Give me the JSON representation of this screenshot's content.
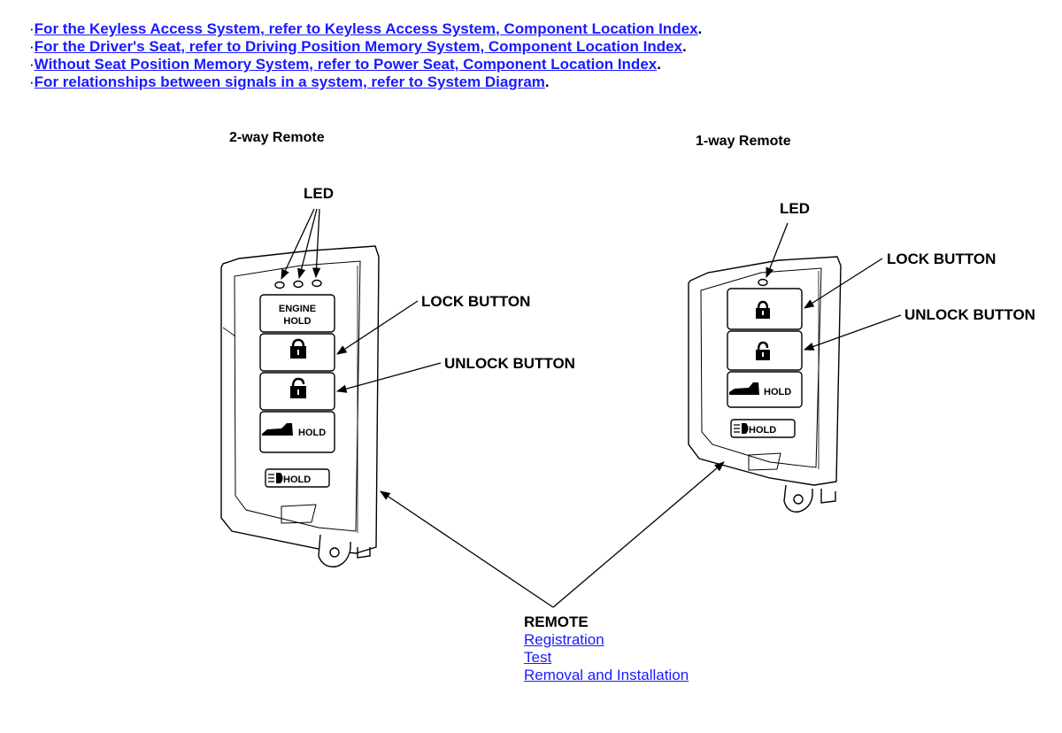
{
  "links": [
    {
      "bullet": "·",
      "text": "For the Keyless Access System, refer to Keyless Access System, Component Location Index",
      "end": "."
    },
    {
      "bullet": "·",
      "text": "For the Driver's Seat, refer to Driving Position Memory System, Component Location Index",
      "end": "."
    },
    {
      "bullet": "·",
      "text": "Without Seat Position Memory System, refer to Power Seat, Component Location Index",
      "end": "."
    },
    {
      "bullet": "·",
      "text": "For relationships between signals in a system, refer to System Diagram",
      "end": "."
    }
  ],
  "diagram": {
    "two_way_title": "2-way Remote",
    "one_way_title": "1-way Remote",
    "led_label_2way": "LED",
    "led_label_1way": "LED",
    "lock_label_2way": "LOCK BUTTON",
    "unlock_label_2way": "UNLOCK BUTTON",
    "lock_label_1way": "LOCK BUTTON",
    "unlock_label_1way": "UNLOCK BUTTON",
    "engine_text_1": "ENGINE",
    "engine_text_2": "HOLD",
    "hold_text": "HOLD"
  },
  "remote": {
    "heading": "REMOTE",
    "links": [
      "Registration",
      "Test",
      "Removal and Installation"
    ]
  }
}
